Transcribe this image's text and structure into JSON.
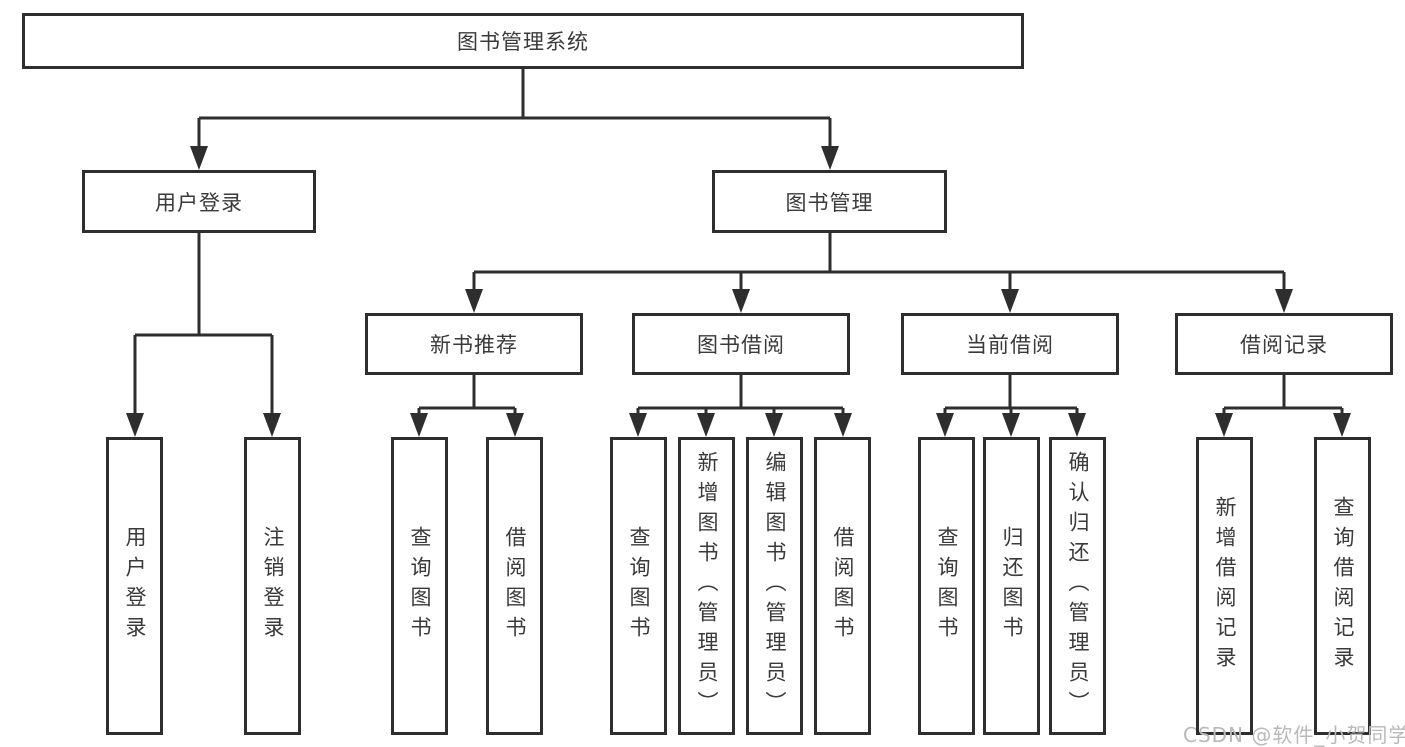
{
  "diagram": {
    "tree": {
      "label": "图书管理系统",
      "children": [
        {
          "label": "用户登录",
          "children": [
            {
              "label": "用户登录"
            },
            {
              "label": "注销登录"
            }
          ]
        },
        {
          "label": "图书管理",
          "children": [
            {
              "label": "新书推荐",
              "children": [
                {
                  "label": "查询图书"
                },
                {
                  "label": "借阅图书"
                }
              ]
            },
            {
              "label": "图书借阅",
              "children": [
                {
                  "label": "查询图书"
                },
                {
                  "label": "新增图书（管理员）"
                },
                {
                  "label": "编辑图书（管理员）"
                },
                {
                  "label": "借阅图书"
                }
              ]
            },
            {
              "label": "当前借阅",
              "children": [
                {
                  "label": "查询图书"
                },
                {
                  "label": "归还图书"
                },
                {
                  "label": "确认归还（管理员）"
                }
              ]
            },
            {
              "label": "借阅记录",
              "children": [
                {
                  "label": "新增借阅记录"
                },
                {
                  "label": "查询借阅记录"
                }
              ]
            }
          ]
        }
      ]
    },
    "line_color": "#2e2e2e",
    "text_color": "#3a3a3a"
  },
  "watermark": {
    "text": "CSDN @软件_小贺同学"
  }
}
